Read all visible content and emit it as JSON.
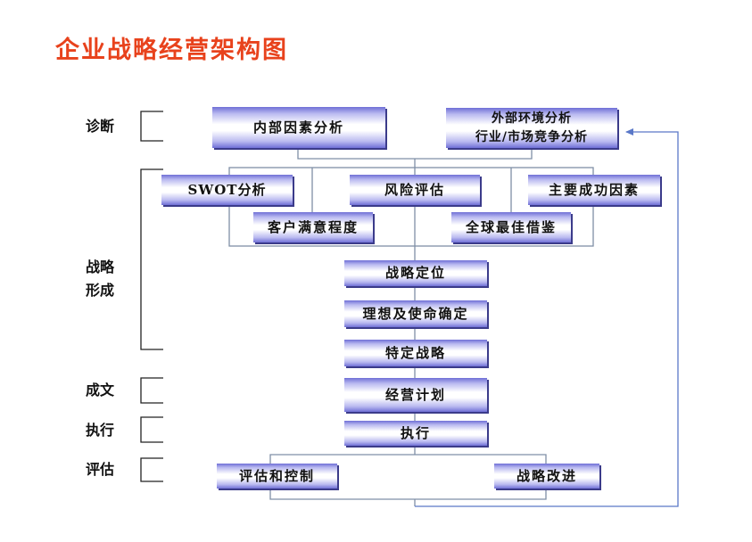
{
  "title": "企业战略经营架构图",
  "stages": {
    "diagnosis": "诊断",
    "formation": [
      "战略",
      "形成"
    ],
    "documentation": "成文",
    "execution": "执行",
    "evaluation": "评估"
  },
  "boxes": {
    "internal_analysis": "内部因素分析",
    "external_analysis": [
      "外部环境分析",
      "行业/市场竞争分析"
    ],
    "swot": "SWOT分析",
    "risk_assessment": "风险评估",
    "key_success_factors": "主要成功因素",
    "customer_satisfaction": "客户满意程度",
    "global_best_practice": "全球最佳借鉴",
    "strategic_positioning": "战略定位",
    "vision_mission": "理想及使命确定",
    "specific_strategy": "特定战略",
    "business_plan": "经营计划",
    "execution": "执行",
    "evaluation_control": "评估和控制",
    "strategy_improvement": "战略改进"
  },
  "colors": {
    "title": "#e8421c",
    "box_edge": "#6f6fd6",
    "connector": "#7f8fa6",
    "feedback_arrow": "#5a78c8",
    "bracket": "#222222"
  }
}
